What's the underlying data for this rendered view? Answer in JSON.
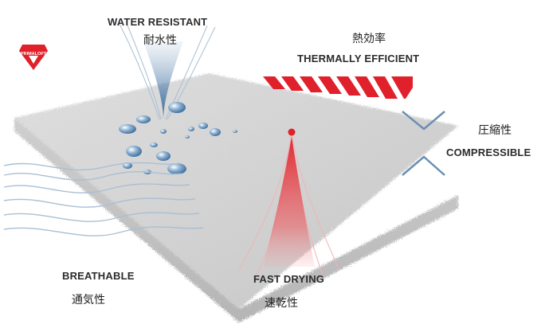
{
  "brand": {
    "logo_text": "PRIMALOFT",
    "accent": "#e0202a"
  },
  "features": {
    "water": {
      "en": "WATER RESISTANT",
      "jp": "耐水性",
      "icon": "water-drop-icon"
    },
    "thermal": {
      "en": "THERMALLY EFFICIENT",
      "jp": "熱効率",
      "icon": "heat-stripes-icon"
    },
    "compress": {
      "en": "COMPRESSIBLE",
      "jp": "圧縮性",
      "icon": "compress-chevron-icon"
    },
    "breathe": {
      "en": "BREATHABLE",
      "jp": "通気性",
      "icon": "air-waves-icon"
    },
    "dry": {
      "en": "FAST DRYING",
      "jp": "速乾性",
      "icon": "drying-cone-icon"
    }
  },
  "colors": {
    "pad": "#dcdcdc",
    "blue": "#4a78a8",
    "red": "#e0202a"
  }
}
